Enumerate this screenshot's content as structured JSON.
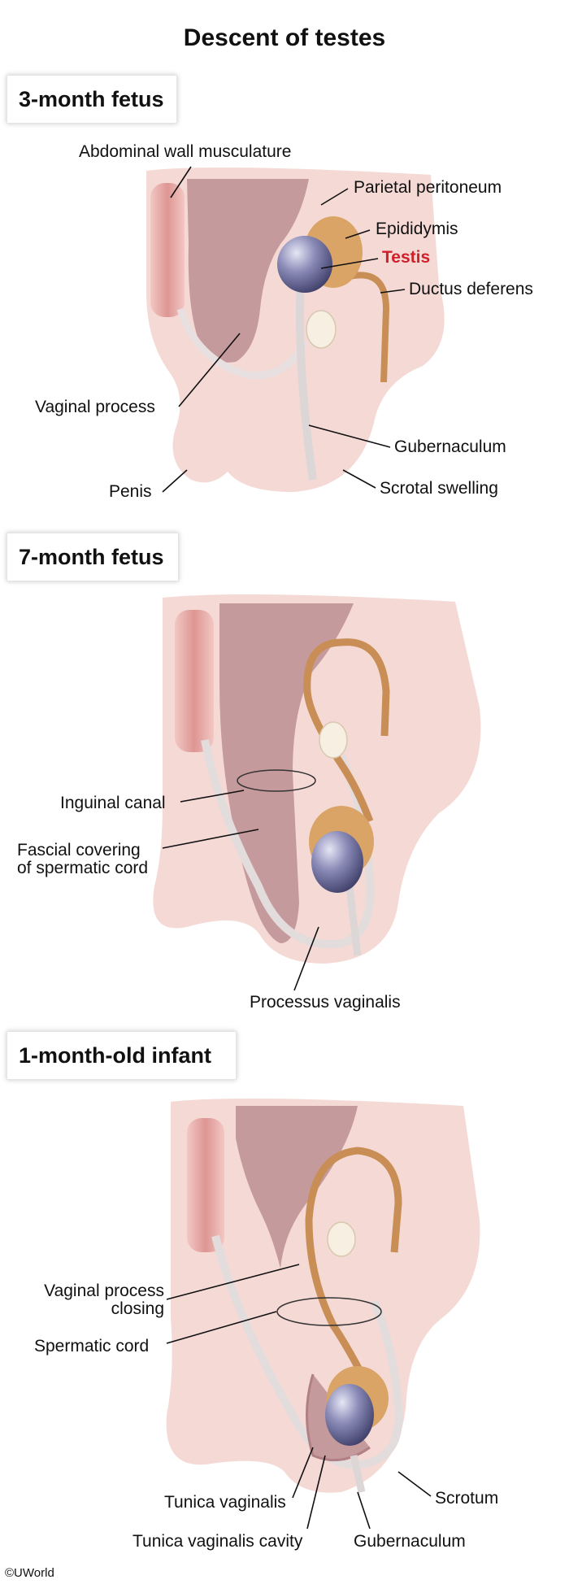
{
  "title": "Descent of testes",
  "colors": {
    "skin": "#f5d9d5",
    "peritoneum": "#c59a9d",
    "muscle": "#e6a6a4",
    "testis": "#6e6e98",
    "epididymis": "#d9a465",
    "duct": "#c88e55",
    "highlight": "#d0202a"
  },
  "panels": [
    {
      "header": "3-month fetus",
      "labels": {
        "abdominal_wall": "Abdominal wall musculature",
        "parietal_peritoneum": "Parietal peritoneum",
        "epididymis": "Epididymis",
        "testis": "Testis",
        "ductus_deferens": "Ductus deferens",
        "vaginal_process": "Vaginal process",
        "gubernaculum": "Gubernaculum",
        "penis": "Penis",
        "scrotal_swelling": "Scrotal swelling"
      }
    },
    {
      "header": "7-month fetus",
      "labels": {
        "inguinal_canal": "Inguinal canal",
        "fascial_covering_1": "Fascial covering",
        "fascial_covering_2": "of spermatic cord",
        "processus_vaginalis": "Processus vaginalis"
      }
    },
    {
      "header": "1-month-old infant",
      "labels": {
        "vaginal_closing_1": "Vaginal process",
        "vaginal_closing_2": "closing",
        "spermatic_cord": "Spermatic cord",
        "tunica_vaginalis": "Tunica vaginalis",
        "scrotum": "Scrotum",
        "tunica_cavity": "Tunica vaginalis cavity",
        "gubernaculum": "Gubernaculum"
      }
    }
  ],
  "copyright": "©UWorld"
}
